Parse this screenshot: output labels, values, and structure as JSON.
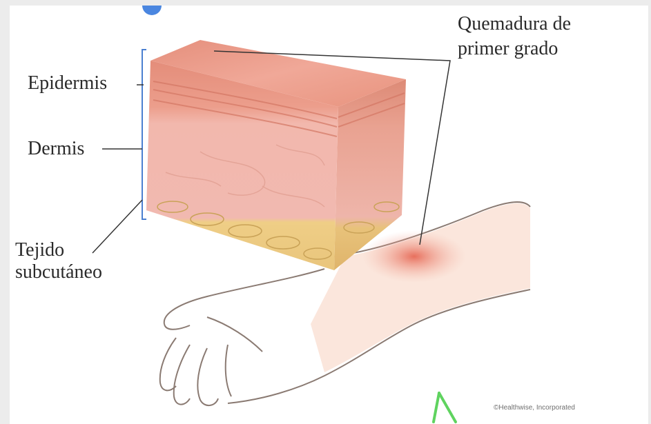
{
  "labels": {
    "epidermis": "Epidermis",
    "dermis": "Dermis",
    "subcutaneous_line1": "Tejido",
    "subcutaneous_line2": "subcutáneo",
    "burn_line1": "Quemadura de",
    "burn_line2": "primer grado"
  },
  "credit": "©Healthwise, Incorporated",
  "colors": {
    "background": "#ececec",
    "bracket": "#4a7fd0",
    "arrow": "#5fd35f",
    "epidermis": "#e89a86",
    "dermis": "#f1b9ae",
    "fat": "#f0d48f",
    "burn": "#e86a55"
  }
}
